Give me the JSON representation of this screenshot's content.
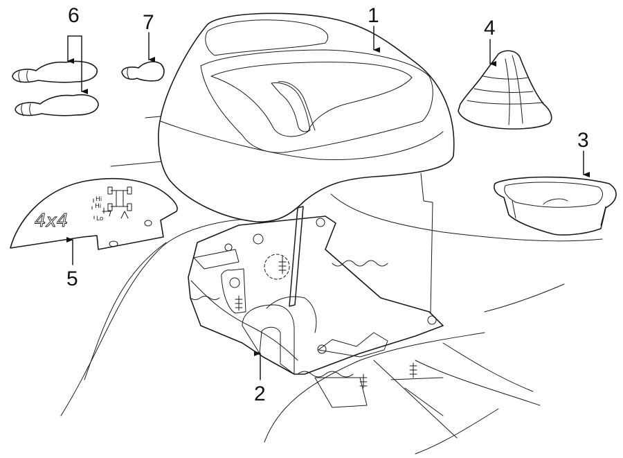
{
  "diagram": {
    "callouts": {
      "c1": "1",
      "c2": "2",
      "c3": "3",
      "c4": "4",
      "c5": "5",
      "c6": "6",
      "c7": "7"
    },
    "decal": {
      "main_text": "4x4",
      "hi_label_1": "Hi",
      "hi_label_2": "Hi",
      "lo_label": "Lo"
    }
  }
}
